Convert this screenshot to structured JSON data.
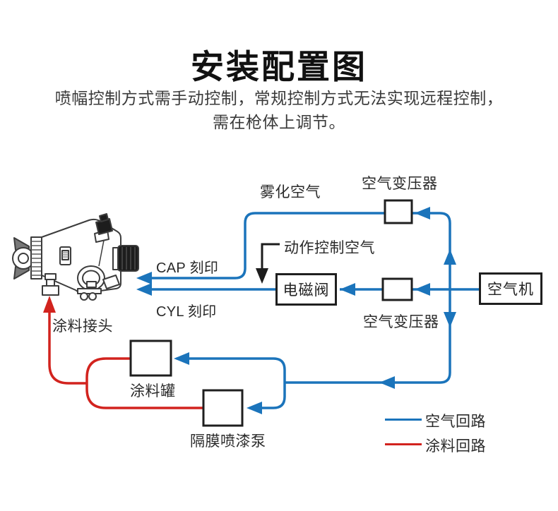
{
  "page": {
    "title": "安装配置图",
    "subtitle_line1": "喷幅控制方式需手动控制，常规控制方式无法实现远程控制，",
    "subtitle_line2": "需在枪体上调节。"
  },
  "colors": {
    "air_circuit": "#1b74bb",
    "paint_circuit": "#d2231e",
    "outline": "#1f1f1f"
  },
  "diagram": {
    "labels": {
      "atomizing_air": "雾化空气",
      "air_transformer_top": "空气变压器",
      "action_control_air": "动作控制空气",
      "cap_mark": "CAP 刻印",
      "cyl_mark": "CYL 刻印",
      "air_transformer_bottom": "空气变压器",
      "paint_connector": "涂料接头",
      "paint_tank": "涂料罐",
      "diaphragm_pump": "隔膜喷漆泵"
    },
    "boxes": {
      "solenoid_valve": "电磁阀",
      "air_compressor": "空气机"
    },
    "legend": [
      {
        "label": "空气回路",
        "color": "#1b74bb"
      },
      {
        "label": "涂料回路",
        "color": "#d2231e"
      }
    ]
  }
}
